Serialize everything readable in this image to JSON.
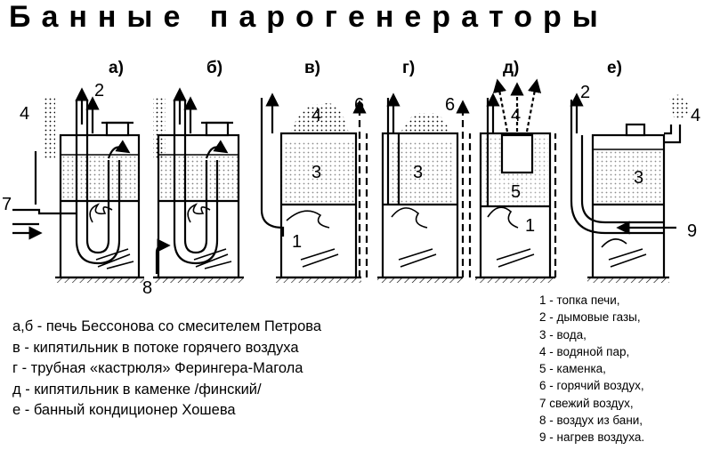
{
  "title": "Банные парогенераторы",
  "variant_labels": [
    "а)",
    "б)",
    "в)",
    "г)",
    "д)",
    "е)"
  ],
  "diagram_numbers": {
    "a": [
      "4",
      "2",
      "7"
    ],
    "b": [
      "8"
    ],
    "v": [
      "4",
      "3",
      "1",
      "6"
    ],
    "g": [
      "3",
      "6"
    ],
    "d": [
      "4",
      "5",
      "1"
    ],
    "e": [
      "2",
      "4",
      "3",
      "9"
    ]
  },
  "captions": [
    "а,б - печь Бессонова со смесителем Петрова",
    "в - кипятильник в потоке горячего воздуха",
    "г -  трубная «кастрюля» Ферингера-Магола",
    "д - кипятильник в каменке /финский/",
    "е - банный кондиционер Хошева"
  ],
  "legend": [
    "1 - топка печи,",
    "2 - дымовые газы,",
    "3 - вода,",
    "4 - водяной пар,",
    "5 - каменка,",
    "6 - горячий воздух,",
    "7 свежий воздух,",
    "8 - воздух из бани,",
    "9 - нагрев воздуха."
  ]
}
